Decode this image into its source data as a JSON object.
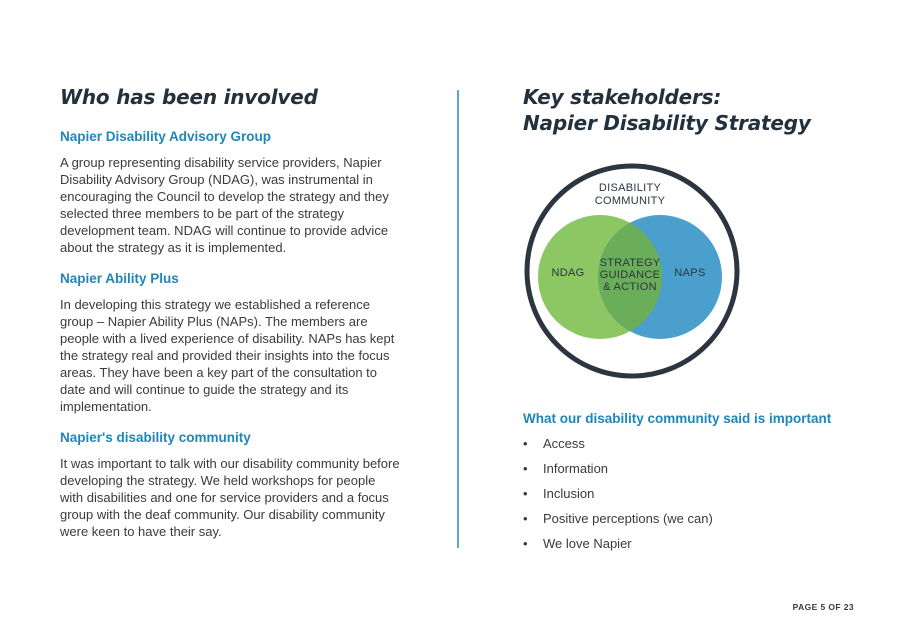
{
  "left": {
    "title": "Who has been involved",
    "sections": [
      {
        "heading": "Napier Disability Advisory Group",
        "body": "A group representing disability service providers, Napier Disability Advisory Group (NDAG), was instrumental in encouraging the Council to develop the strategy and they selected three members to be part of the strategy development team. NDAG will continue to provide advice about the strategy as it is implemented."
      },
      {
        "heading": "Napier Ability Plus",
        "body": "In developing this strategy we established a reference group – Napier Ability Plus (NAPs). The members are people with a lived experience of disability. NAPs has kept the strategy real and provided their insights into the focus areas. They have been a key part of the consultation to date and will continue to guide the strategy and its implementation."
      },
      {
        "heading": "Napier's disability community",
        "body": "It was important to talk with our disability community before developing the strategy. We held workshops for people with disabilities and one for service providers and a focus group with the deaf community. Our disability community were keen to have their say."
      }
    ]
  },
  "right": {
    "title_line1": "Key stakeholders:",
    "title_line2": "Napier Disability Strategy",
    "diagram": {
      "outer_label_line1": "DISABILITY",
      "outer_label_line2": "COMMUNITY",
      "left_label": "NDAG",
      "right_label": "NAPS",
      "center_line1": "STRATEGY",
      "center_line2": "GUIDANCE",
      "center_line3": "& ACTION",
      "colors": {
        "outer_ring": "#2c3540",
        "left_circle": "#8cc764",
        "right_circle": "#4b9fcc",
        "overlap": "#6aae5a"
      }
    },
    "important_heading": "What our disability community said is important",
    "important_items": [
      "Access",
      "Information",
      "Inclusion",
      "Positive perceptions (we can)",
      "We love Napier"
    ]
  },
  "page_number": "PAGE 5 OF 23",
  "colors": {
    "heading_blue": "#1f86b9",
    "title_dark": "#23303d",
    "divider": "#5aaad4"
  }
}
